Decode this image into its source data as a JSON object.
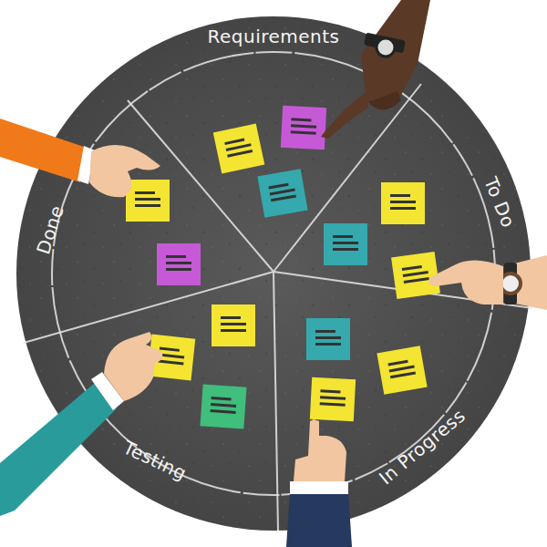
{
  "diagram": {
    "labels": [
      "Requirements",
      "To Do",
      "In Progress",
      "Testing",
      "Done"
    ]
  }
}
